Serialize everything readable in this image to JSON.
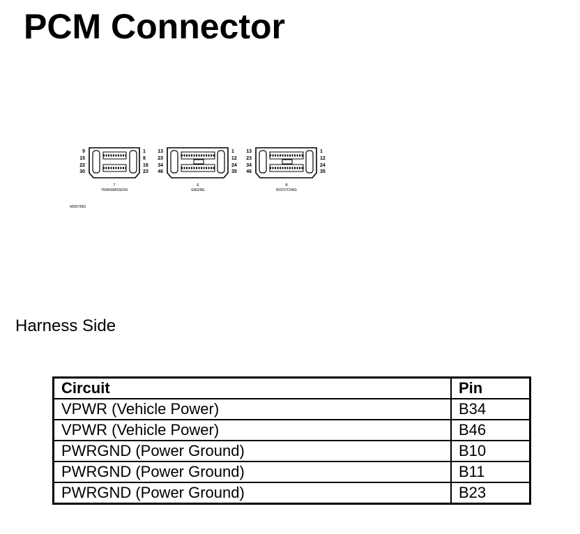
{
  "title": "PCM Connector",
  "figure_id": "N0057693",
  "connectors": [
    {
      "letter": "T",
      "name": "TRANSMISSION",
      "pins": [
        "9",
        "15",
        "22",
        "30",
        "1",
        "8",
        "16",
        "23"
      ]
    },
    {
      "letter": "E",
      "name": "ENGINE",
      "pins": [
        "13",
        "23",
        "34",
        "46",
        "1",
        "12",
        "24",
        "35"
      ]
    },
    {
      "letter": "B",
      "name": "BODY/CHAS",
      "pins": [
        "13",
        "23",
        "34",
        "46",
        "1",
        "12",
        "24",
        "35"
      ]
    }
  ],
  "harness_label": "Harness Side",
  "table": {
    "headers": {
      "circuit": "Circuit",
      "pin": "Pin"
    },
    "rows": [
      {
        "circuit": "VPWR (Vehicle Power)",
        "pin": "B34"
      },
      {
        "circuit": "VPWR (Vehicle Power)",
        "pin": "B46"
      },
      {
        "circuit": "PWRGND (Power Ground)",
        "pin": "B10"
      },
      {
        "circuit": "PWRGND (Power Ground)",
        "pin": "B11"
      },
      {
        "circuit": "PWRGND (Power Ground)",
        "pin": "B23"
      }
    ]
  }
}
